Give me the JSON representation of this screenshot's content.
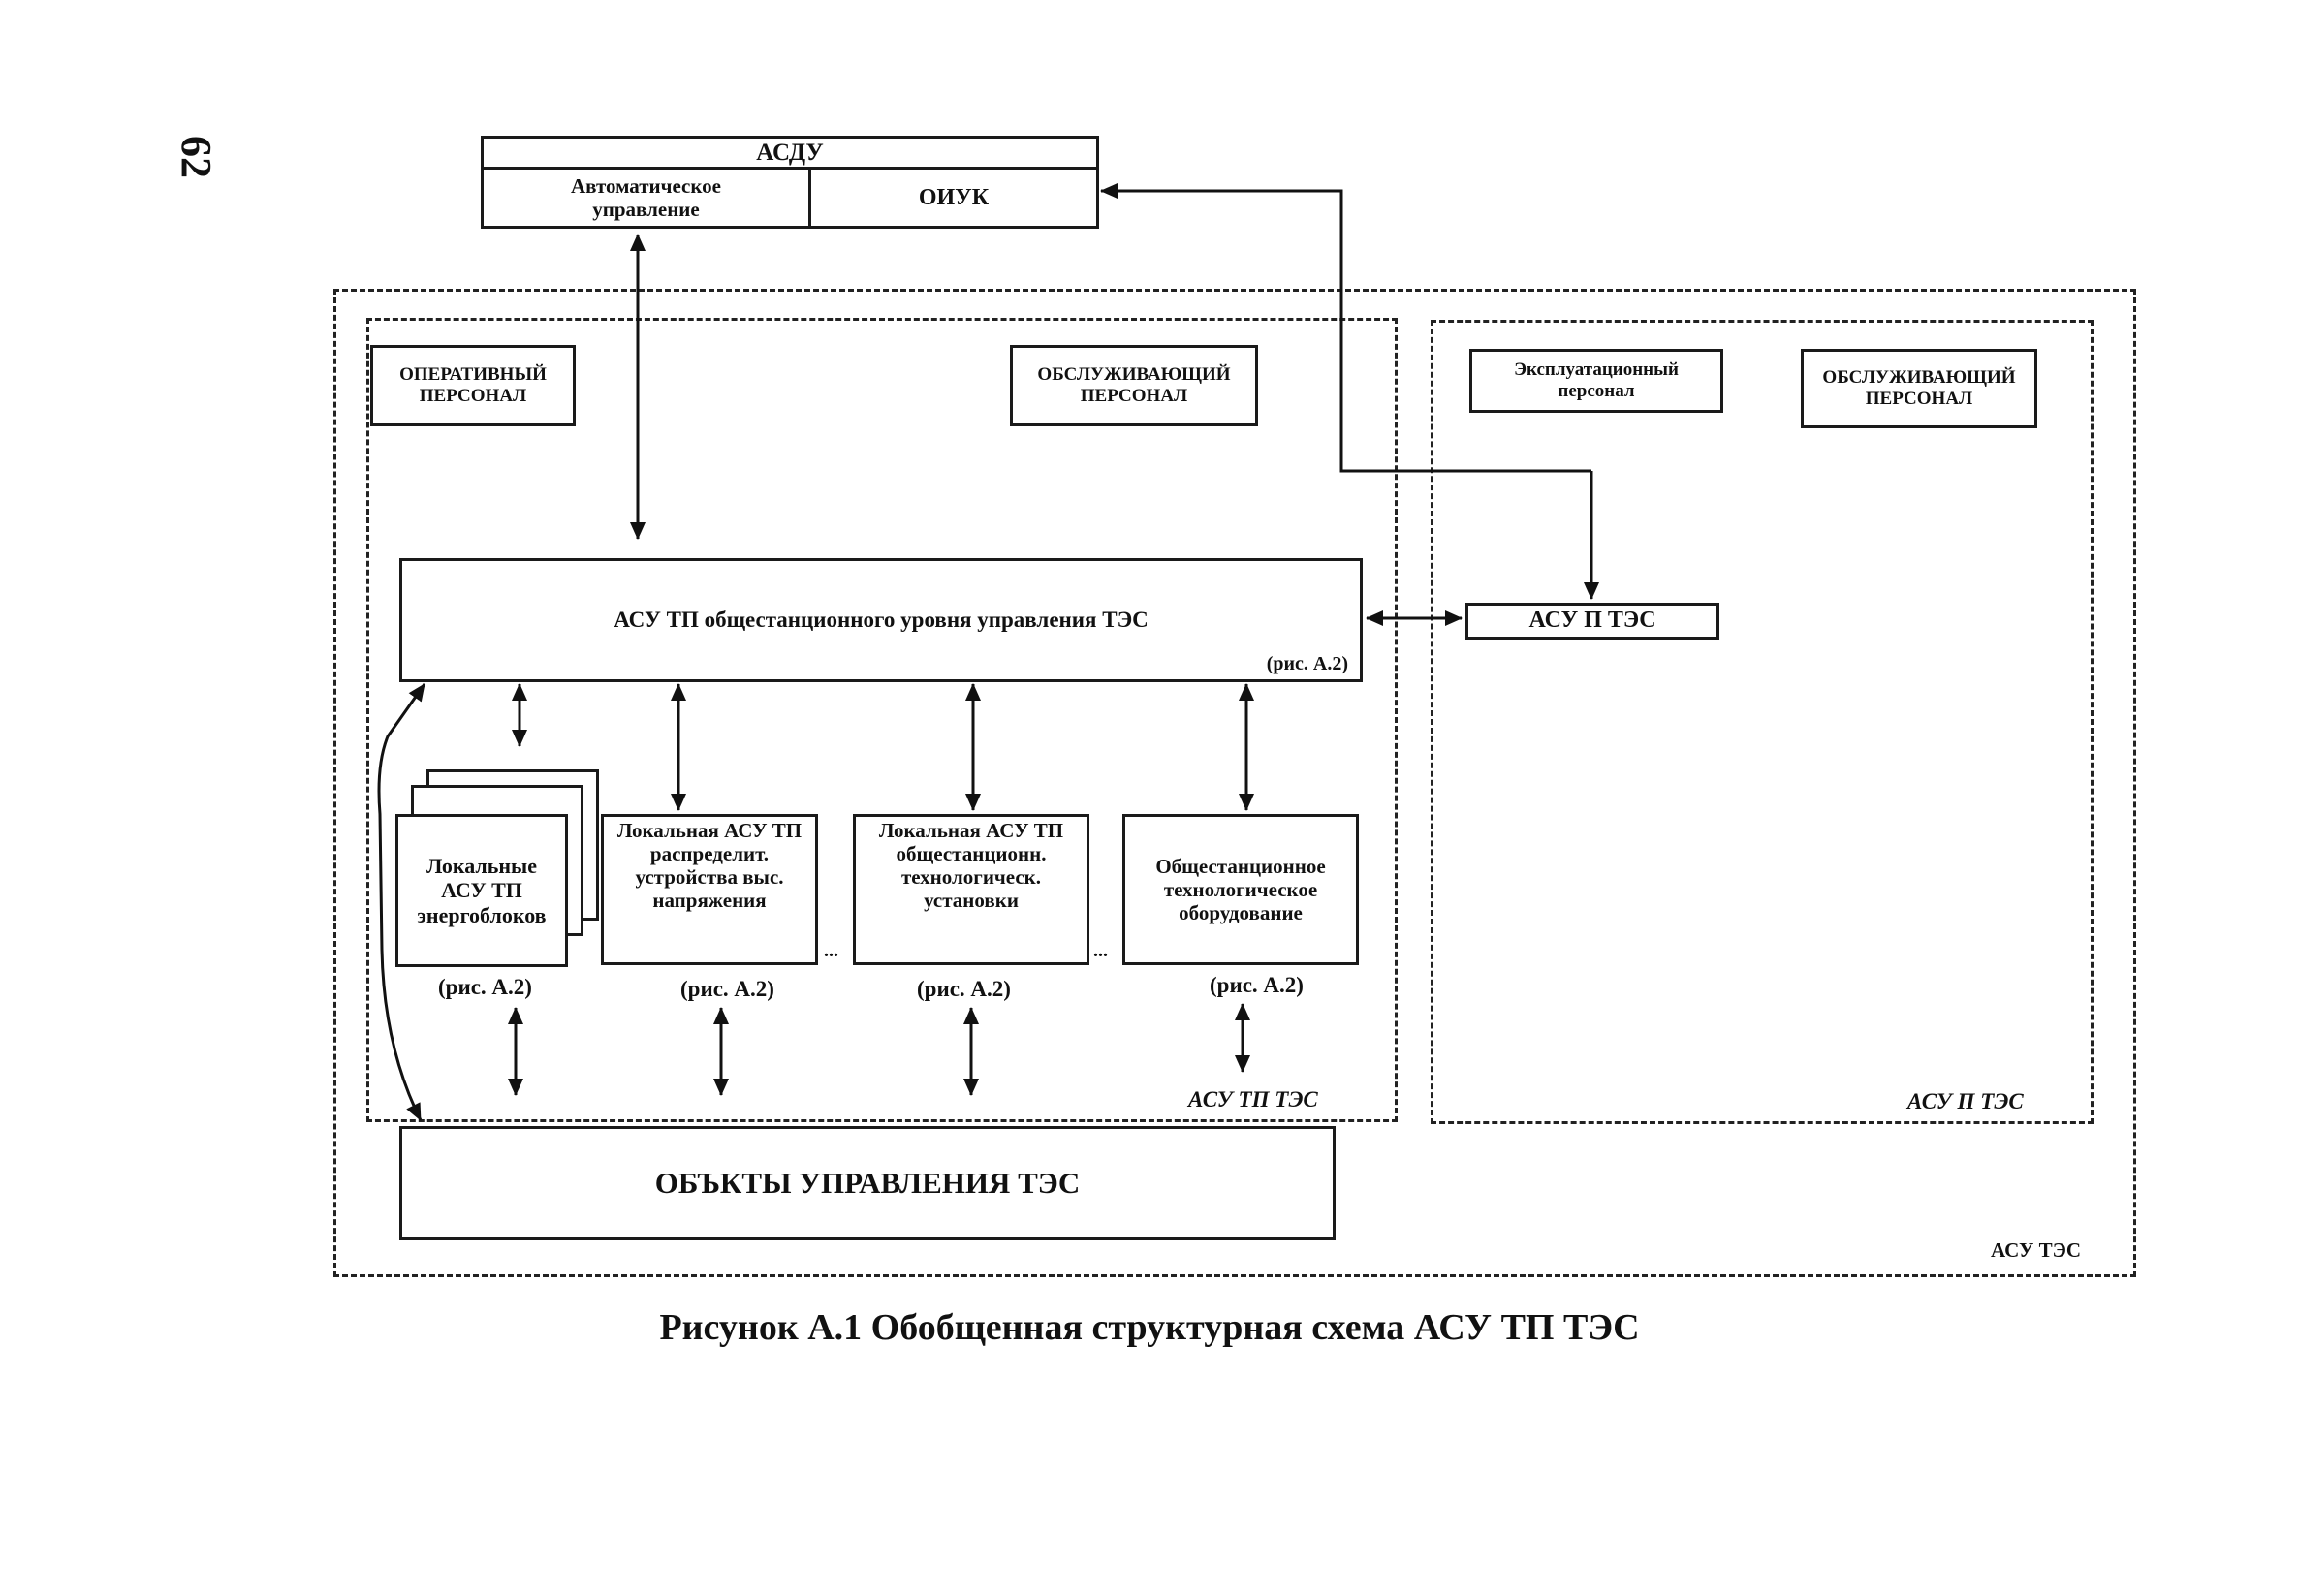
{
  "page_number": "62",
  "asdu": {
    "title": "АСДУ",
    "auto_control": "Автоматическое управление",
    "oiuk": "ОИУК"
  },
  "personnel": {
    "operative": "ОПЕРАТИВНЫЙ ПЕРСОНАЛ",
    "service_left": "ОБСЛУЖИВАЮЩИЙ ПЕРСОНАЛ",
    "operational": "Эксплуатационный персонал",
    "service_right": "ОБСЛУЖИВАЮЩИЙ ПЕРСОНАЛ"
  },
  "station_level": {
    "title": "АСУ ТП общестанционного уровня управления ТЭС",
    "ref": "(рис. А.2)"
  },
  "asu_p_box": "АСУ П ТЭС",
  "local": {
    "blocks": "Локальные АСУ ТП энергоблоков",
    "blocks_ref": "(рис.  А.2)",
    "distribution": "Локальная АСУ ТП распределит. устройства выс. напряжения",
    "distribution_ref": "(рис.  А.2)",
    "station_tech": "Локальная АСУ ТП общестанционн. технологическ. установки",
    "station_tech_ref": "(рис.  А.2)",
    "equipment": "Общестанционное технологическое оборудование",
    "equipment_ref": "(рис.  А.2)",
    "ellipsis_1": "...",
    "ellipsis_2": "..."
  },
  "objects": "ОБЪКТЫ УПРАВЛЕНИЯ ТЭС",
  "region_labels": {
    "asu_tp": "АСУ  ТП ТЭС",
    "asu_p": "АСУ П ТЭС",
    "asu_tes": "АСУ ТЭС"
  },
  "caption": "Рисунок А.1 Обобщенная структурная схема АСУ ТП ТЭС"
}
